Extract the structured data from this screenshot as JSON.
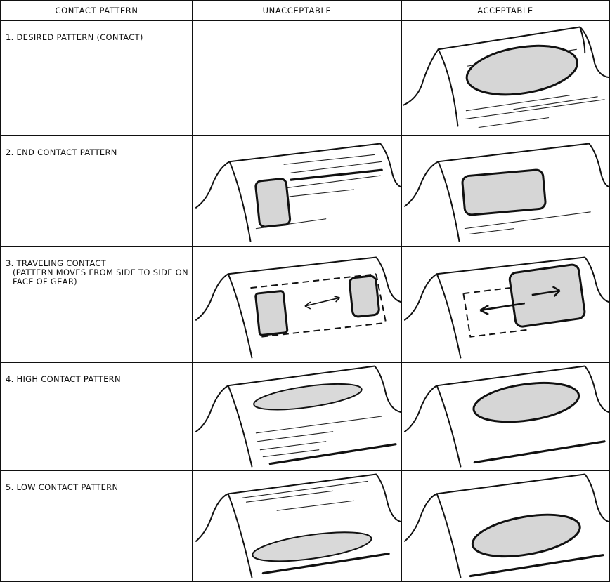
{
  "header": {
    "col_pattern": "CONTACT PATTERN",
    "col_unacceptable": "UNACCEPTABLE",
    "col_acceptable": "ACCEPTABLE"
  },
  "rows": [
    {
      "label": "1. DESIRED PATTERN (CONTACT)",
      "sub": ""
    },
    {
      "label": "2. END CONTACT PATTERN",
      "sub": ""
    },
    {
      "label": "3. TRAVELING CONTACT",
      "sub": "(PATTERN MOVES FROM SIDE TO SIDE ON FACE OF GEAR)"
    },
    {
      "label": "4. HIGH CONTACT PATTERN",
      "sub": ""
    },
    {
      "label": "5. LOW CONTACT PATTERN",
      "sub": ""
    }
  ]
}
